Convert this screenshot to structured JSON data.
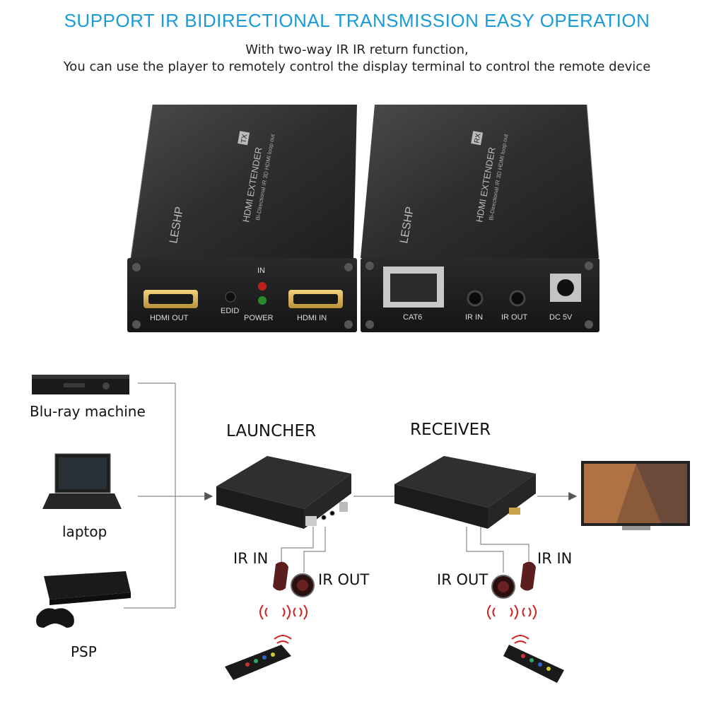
{
  "header": {
    "title": "SUPPORT IR BIDIRECTIONAL TRANSMISSION EASY OPERATION",
    "subtitle_line1": "With two-way IR IR return function,",
    "subtitle_line2": "You can use the player to remotely control the display terminal to control the remote device",
    "title_color": "#1a9bd7"
  },
  "product": {
    "brand": "LESHP",
    "model": "HDMI EXTENDER",
    "badge_tx": "TX",
    "badge_rx": "RX",
    "description": "Bi-Directional IR 3D HDMI loop out",
    "tx_ports": {
      "hdmi_out": "HDMI OUT",
      "edid": "EDID",
      "led_in": "IN",
      "power": "POWER",
      "hdmi_in": "HDMI IN"
    },
    "rx_ports": {
      "cat6": "CAT6",
      "ir_in": "IR IN",
      "ir_out": "IR OUT",
      "dc": "DC 5V"
    }
  },
  "diagram": {
    "sources": [
      {
        "label": "Blu-ray machine",
        "icon": "bluray-player-icon"
      },
      {
        "label": "laptop",
        "icon": "laptop-icon"
      },
      {
        "label": "PSP",
        "icon": "game-console-icon"
      }
    ],
    "launcher_label": "LAUNCHER",
    "receiver_label": "RECEIVER",
    "launcher_ir_in": "IR IN",
    "launcher_ir_out": "IR OUT",
    "receiver_ir_out": "IR OUT",
    "receiver_ir_in": "IR IN",
    "display_icon": "tv-icon",
    "remote_icon": "remote-control-icon"
  }
}
